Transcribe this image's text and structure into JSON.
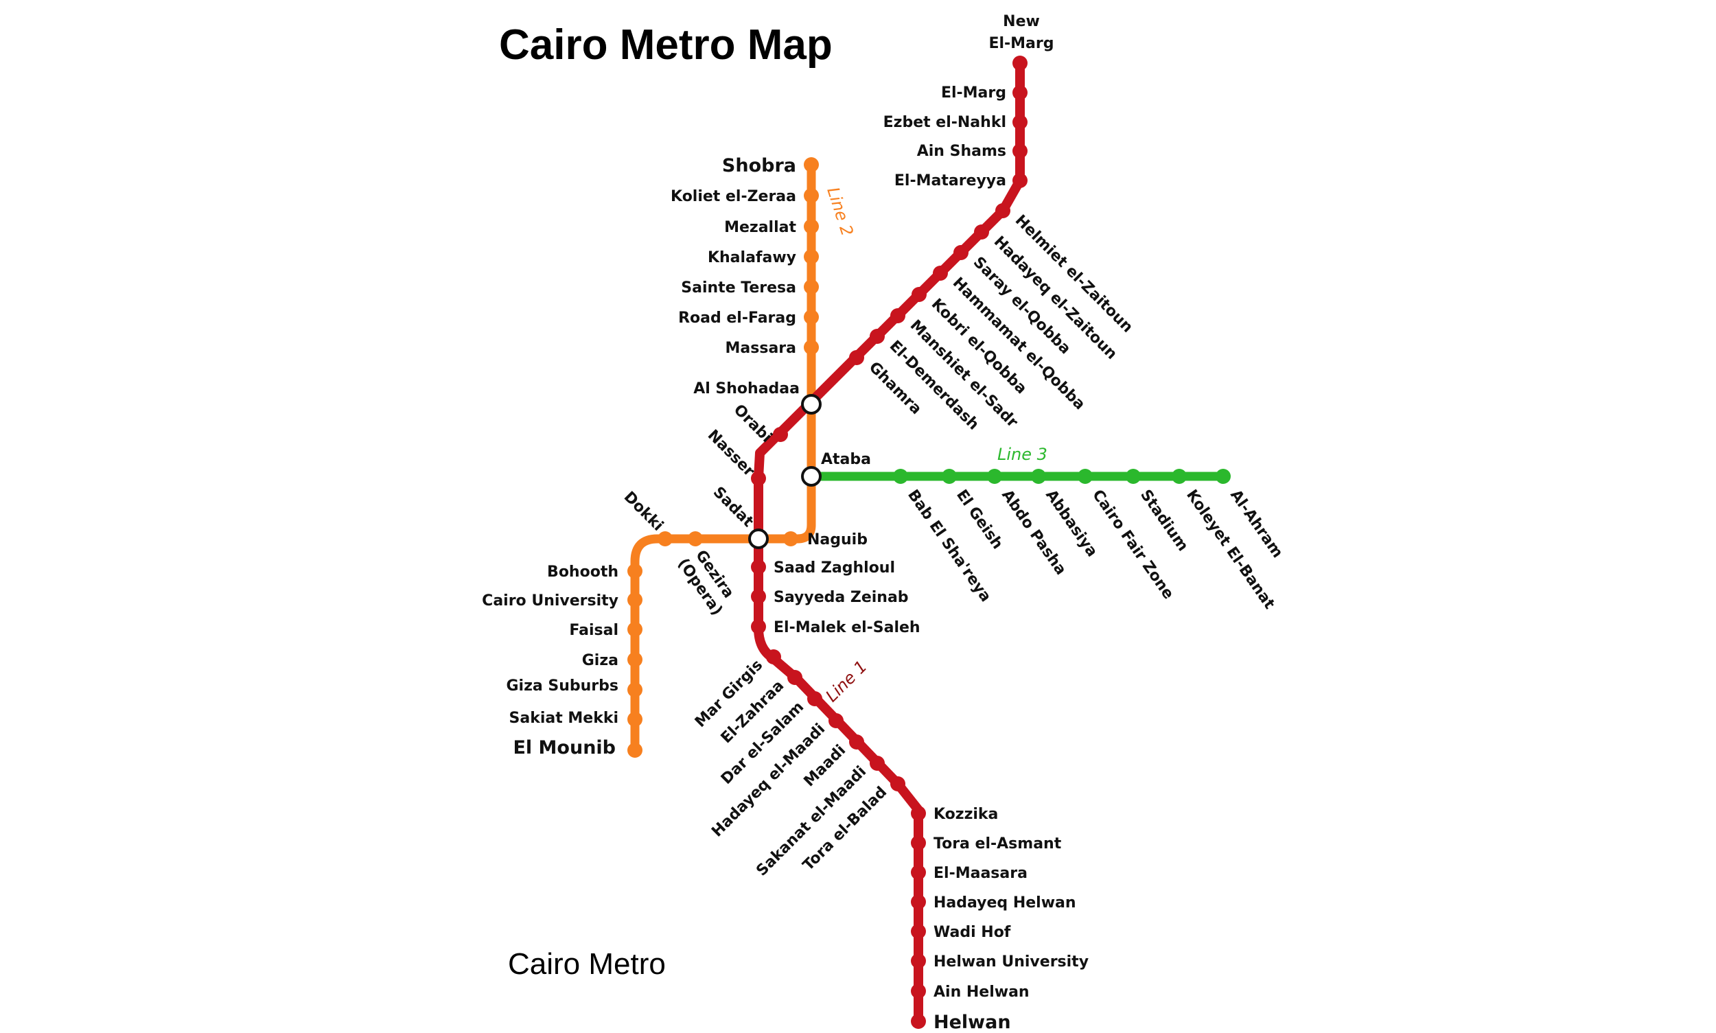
{
  "title": "Cairo Metro Map",
  "footer": "Cairo Metro",
  "colors": {
    "line1": "#c8141e",
    "line2": "#f7801f",
    "line3": "#2bb82d",
    "interchange_fill": "#ffffff"
  },
  "lines": {
    "line1": {
      "label": "Line 1",
      "termini": [
        "New El-Marg",
        "Helwan"
      ],
      "stations": [
        "New El-Marg",
        "El-Marg",
        "Ezbet el-Nahkl",
        "Ain Shams",
        "El-Matareyya",
        "Helmiet el-Zaitoun",
        "Hadayeq el-Zaitoun",
        "Saray el-Qobba",
        "Hammamat el-Qobba",
        "Kobri el-Qobba",
        "Manshiet el-Sadr",
        "El-Demerdash",
        "Ghamra",
        "Al Shohadaa",
        "Orabi",
        "Nasser",
        "Sadat",
        "Saad Zaghloul",
        "Sayyeda Zeinab",
        "El-Malek el-Saleh",
        "Mar Girgis",
        "El-Zahraa",
        "Dar el-Salam",
        "Hadayeq el-Maadi",
        "Maadi",
        "Sakanat el-Maadi",
        "Tora el-Balad",
        "Kozzika",
        "Tora el-Asmant",
        "El-Maasara",
        "Hadayeq Helwan",
        "Wadi Hof",
        "Helwan University",
        "Ain Helwan",
        "Helwan"
      ]
    },
    "line2": {
      "label": "Line 2",
      "termini": [
        "Shobra",
        "El Mounib"
      ],
      "stations": [
        "Shobra",
        "Koliet el-Zeraa",
        "Mezallat",
        "Khalafawy",
        "Sainte Teresa",
        "Road el-Farag",
        "Massara",
        "Al Shohadaa",
        "Ataba",
        "Naguib",
        "Sadat",
        "Gezira (Opera)",
        "Dokki",
        "Bohooth",
        "Cairo University",
        "Faisal",
        "Giza",
        "Giza Suburbs",
        "Sakiat Mekki",
        "El Mounib"
      ]
    },
    "line3": {
      "label": "Line 3",
      "termini": [
        "Ataba",
        "Al-Ahram"
      ],
      "stations": [
        "Ataba",
        "Bab El Sha'reya",
        "El Geish",
        "Abdo Pasha",
        "Abbasiya",
        "Cairo Fair Zone",
        "Stadium",
        "Koleyet El-Banat",
        "Al-Ahram"
      ]
    }
  },
  "labels": {
    "new_el_marg_1": "New",
    "new_el_marg_2": "El-Marg",
    "el_marg": "El-Marg",
    "ezbet": "Ezbet el-Nahkl",
    "ain_shams": "Ain Shams",
    "matareyya": "El-Matareyya",
    "helmiet": "Helmiet el-Zaitoun",
    "hadayeq_z": "Hadayeq el-Zaitoun",
    "saray": "Saray el-Qobba",
    "hammamat": "Hammamat el-Qobba",
    "kobri": "Kobri el-Qobba",
    "manshiet": "Manshiet el-Sadr",
    "demerdash": "El-Demerdash",
    "ghamra": "Ghamra",
    "shobra": "Shobra",
    "koliet": "Koliet el-Zeraa",
    "mezallat": "Mezallat",
    "khalafawy": "Khalafawy",
    "sainte": "Sainte Teresa",
    "road": "Road el-Farag",
    "massara": "Massara",
    "shohadaa": "Al Shohadaa",
    "orabi": "Orabi",
    "nasser": "Nasser",
    "ataba": "Ataba",
    "sadat": "Sadat",
    "naguib": "Naguib",
    "dokki": "Dokki",
    "gezira_1": "Gezira",
    "gezira_2": "(Opera)",
    "bohooth": "Bohooth",
    "cairo_univ": "Cairo University",
    "faisal": "Faisal",
    "giza": "Giza",
    "giza_sub": "Giza Suburbs",
    "sakiat": "Sakiat Mekki",
    "mounib": "El Mounib",
    "saad": "Saad Zaghloul",
    "sayyeda": "Sayyeda Zeinab",
    "malek": "El-Malek el-Saleh",
    "mar_girgis": "Mar Girgis",
    "zahraa": "El-Zahraa",
    "dar_salam": "Dar el-Salam",
    "hadayeq_maadi": "Hadayeq el-Maadi",
    "maadi": "Maadi",
    "sakanat": "Sakanat el-Maadi",
    "tora_balad": "Tora el-Balad",
    "kozzika": "Kozzika",
    "tora_asmant": "Tora el-Asmant",
    "maasara": "El-Maasara",
    "hadayeq_helwan": "Hadayeq Helwan",
    "wadi_hof": "Wadi Hof",
    "helwan_univ": "Helwan University",
    "ain_helwan": "Ain Helwan",
    "helwan": "Helwan",
    "bab": "Bab El Sha'reya",
    "geish": "El Geish",
    "abdo": "Abdo Pasha",
    "abbasiya": "Abbasiya",
    "fair": "Cairo Fair Zone",
    "stadium": "Stadium",
    "koleyet": "Koleyet El-Banat",
    "ahram": "Al-Ahram",
    "line1_lbl": "Line 1",
    "line2_lbl": "Line 2",
    "line3_lbl": "Line 3"
  }
}
